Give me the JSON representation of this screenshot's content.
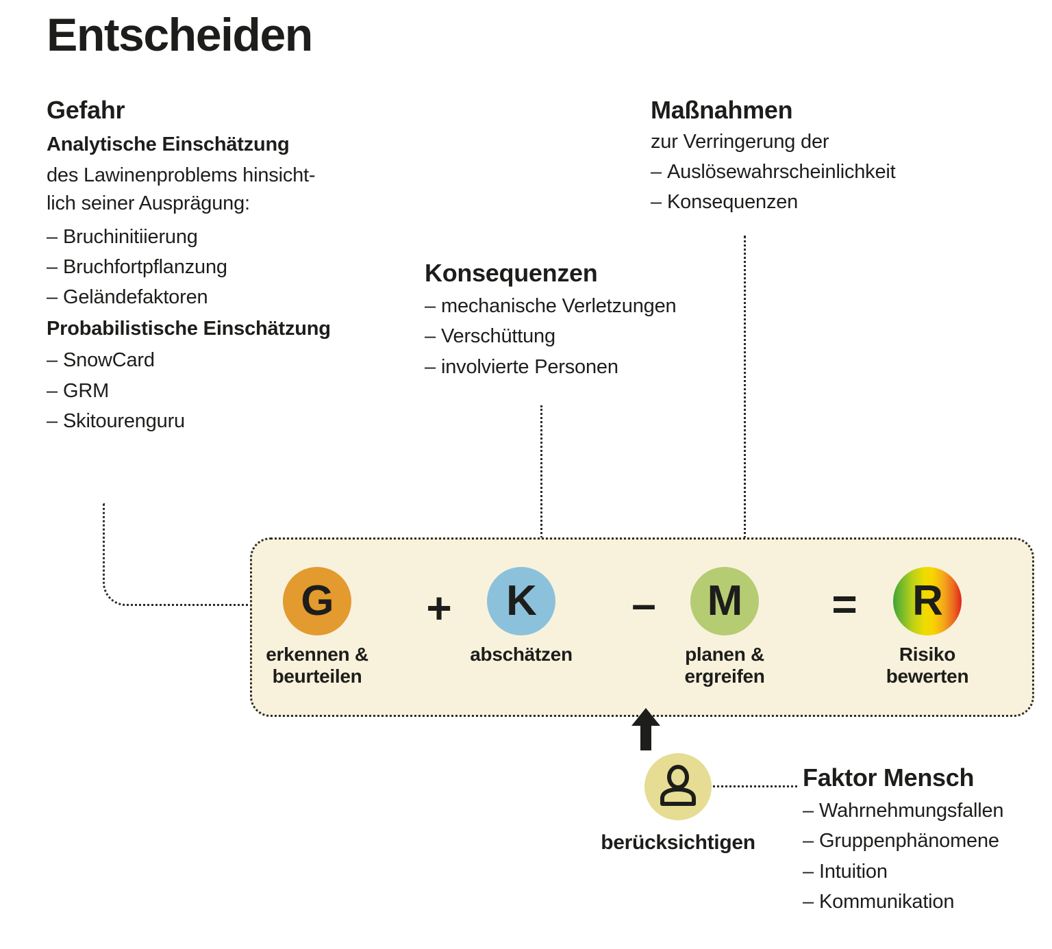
{
  "title": "Entscheiden",
  "columns": {
    "gefahr": {
      "heading": "Gefahr",
      "sub1": "Analytische Einschätzung",
      "intro_line1": "des Lawinenproblems hinsicht-",
      "intro_line2": "lich seiner Ausprägung:",
      "items1": [
        "Bruchinitiierung",
        "Bruchfortpflanzung",
        "Geländefaktoren"
      ],
      "sub2": "Probabilistische Einschätzung",
      "items2": [
        "SnowCard",
        "GRM",
        "Skitourenguru"
      ]
    },
    "konsequenzen": {
      "heading": "Konsequenzen",
      "items": [
        "mechanische Verletzungen",
        "Verschüttung",
        "involvierte Personen"
      ]
    },
    "massnahmen": {
      "heading": "Maßnahmen",
      "intro": "zur Verringerung der",
      "items": [
        "Auslösewahrscheinlichkeit",
        "Konsequenzen"
      ]
    },
    "faktor_mensch": {
      "heading": "Faktor Mensch",
      "items": [
        "Wahrnehmungsfallen",
        "Gruppenphänomene",
        "Intuition",
        "Kommunikation"
      ]
    }
  },
  "formula": {
    "nodes": [
      {
        "letter": "G",
        "label": "erkennen &\nbeurteilen",
        "color": "#E39A2E"
      },
      {
        "letter": "K",
        "label": "abschätzen",
        "color": "#8CC1DC"
      },
      {
        "letter": "M",
        "label": "planen &\nergreifen",
        "color": "#B5CC72"
      },
      {
        "letter": "R",
        "label": "Risiko\nbewerten",
        "color": "gradient"
      }
    ],
    "operators": [
      "+",
      "–",
      "="
    ],
    "box_color": "#F8F2DC"
  },
  "person": {
    "icon": "person-icon",
    "label": "berücksichtigen",
    "circle_color": "#E6DC93"
  },
  "bullet_dash": "–",
  "colors": {
    "text": "#1d1d1b",
    "orange": "#E39A2E",
    "blue": "#8CC1DC",
    "green": "#B5CC72",
    "cream": "#F8F2DC",
    "pale_yellow": "#E6DC93"
  }
}
